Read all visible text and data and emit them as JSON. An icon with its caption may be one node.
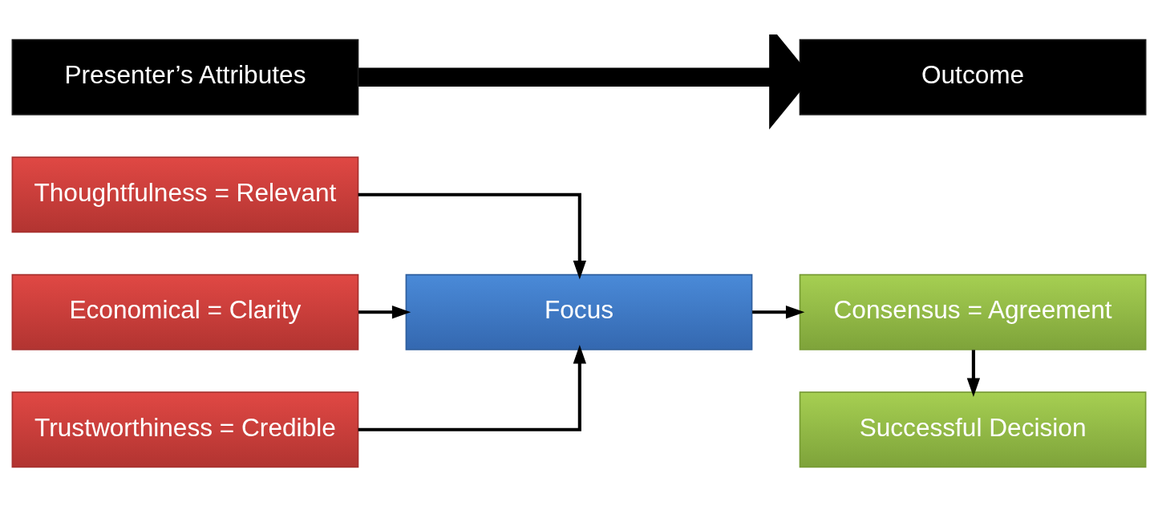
{
  "diagram": {
    "nodes": [
      {
        "text": [
          "Presenter’s Attributes"
        ]
      },
      {
        "text": [
          "Outcome"
        ]
      },
      {
        "text": [
          "Thoughtfulness = Relevant"
        ]
      },
      {
        "text": [
          "Economical = Clarity"
        ]
      },
      {
        "text": [
          "Trustworthiness = Credible"
        ]
      },
      {
        "text": [
          "Focus"
        ]
      },
      {
        "text": [
          "Consensus = Agreement"
        ]
      },
      {
        "text": [
          "Successful Decision"
        ]
      }
    ],
    "edges": [
      {
        "from": 0,
        "to": 1,
        "arrow": "to",
        "style": "thick"
      },
      {
        "from": 2,
        "to": 5,
        "arrow": "to"
      },
      {
        "from": 3,
        "to": 5,
        "arrow": "to"
      },
      {
        "from": 4,
        "to": 5,
        "arrow": "to"
      },
      {
        "from": 5,
        "to": 6,
        "arrow": "to"
      },
      {
        "from": 6,
        "to": 7,
        "arrow": "to"
      }
    ]
  }
}
